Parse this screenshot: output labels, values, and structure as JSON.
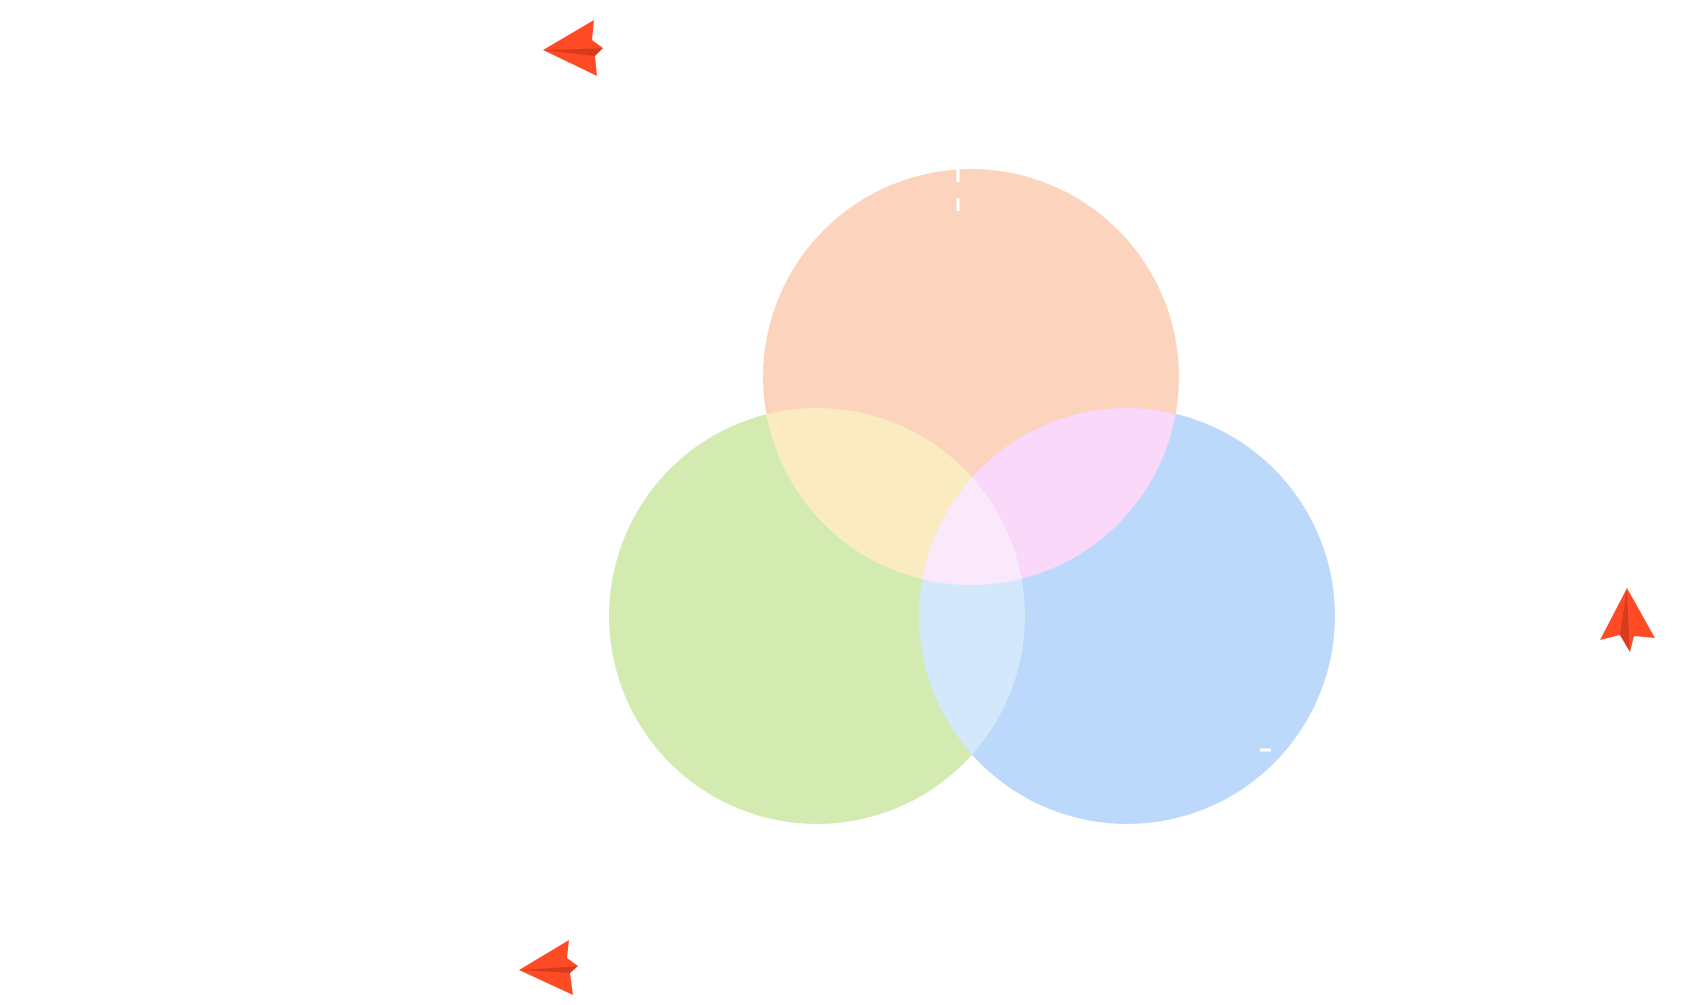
{
  "diagram": {
    "type": "venn-3",
    "sets": [
      {
        "id": "top",
        "color": "#fcd3bd"
      },
      {
        "id": "left",
        "color": "#d3ebb1"
      },
      {
        "id": "right",
        "color": "#bcd8fb"
      }
    ],
    "overlaps": {
      "top_left": "#fbebc1",
      "top_right": "#fad8fa",
      "left_right": "#d3e9fb",
      "all": "#fae9fb"
    }
  },
  "decorations": {
    "paper_plane_color": "#ff4a26",
    "paper_plane_shade": "#d93a1c",
    "paper_plane_count": 3
  }
}
